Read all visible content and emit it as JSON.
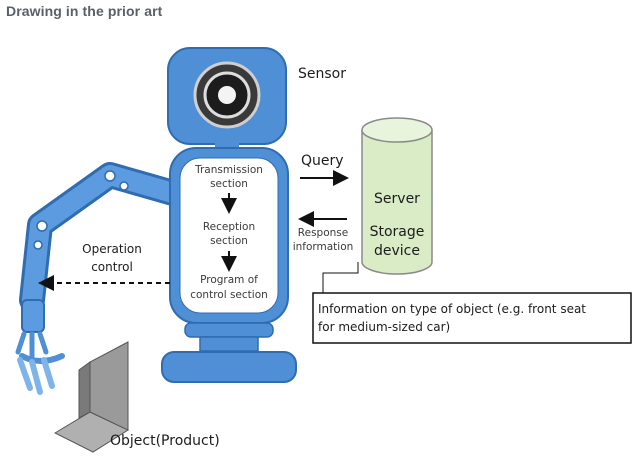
{
  "heading": "Drawing in the prior art",
  "diagram": {
    "sensor_label": "Sensor",
    "query_label": "Query",
    "server_label": "Server",
    "storage_label_1": "Storage",
    "storage_label_2": "device",
    "response_label_1": "Response",
    "response_label_2": "information",
    "transmission_1": "Transmission",
    "transmission_2": "section",
    "reception_1": "Reception",
    "reception_2": "section",
    "program_1": "Program of",
    "program_2": "control section",
    "operation_1": "Operation",
    "operation_2": "control",
    "info_line_1": "Information on type of object (e.g. front seat",
    "info_line_2": "for medium-sized car)",
    "object_label": "Object(Product)"
  },
  "colors": {
    "robot_blue": "#4f8fd6",
    "robot_outline": "#2f6cb0",
    "server_green": "#d9ecc6",
    "object_gray": "#8a8a8a"
  }
}
